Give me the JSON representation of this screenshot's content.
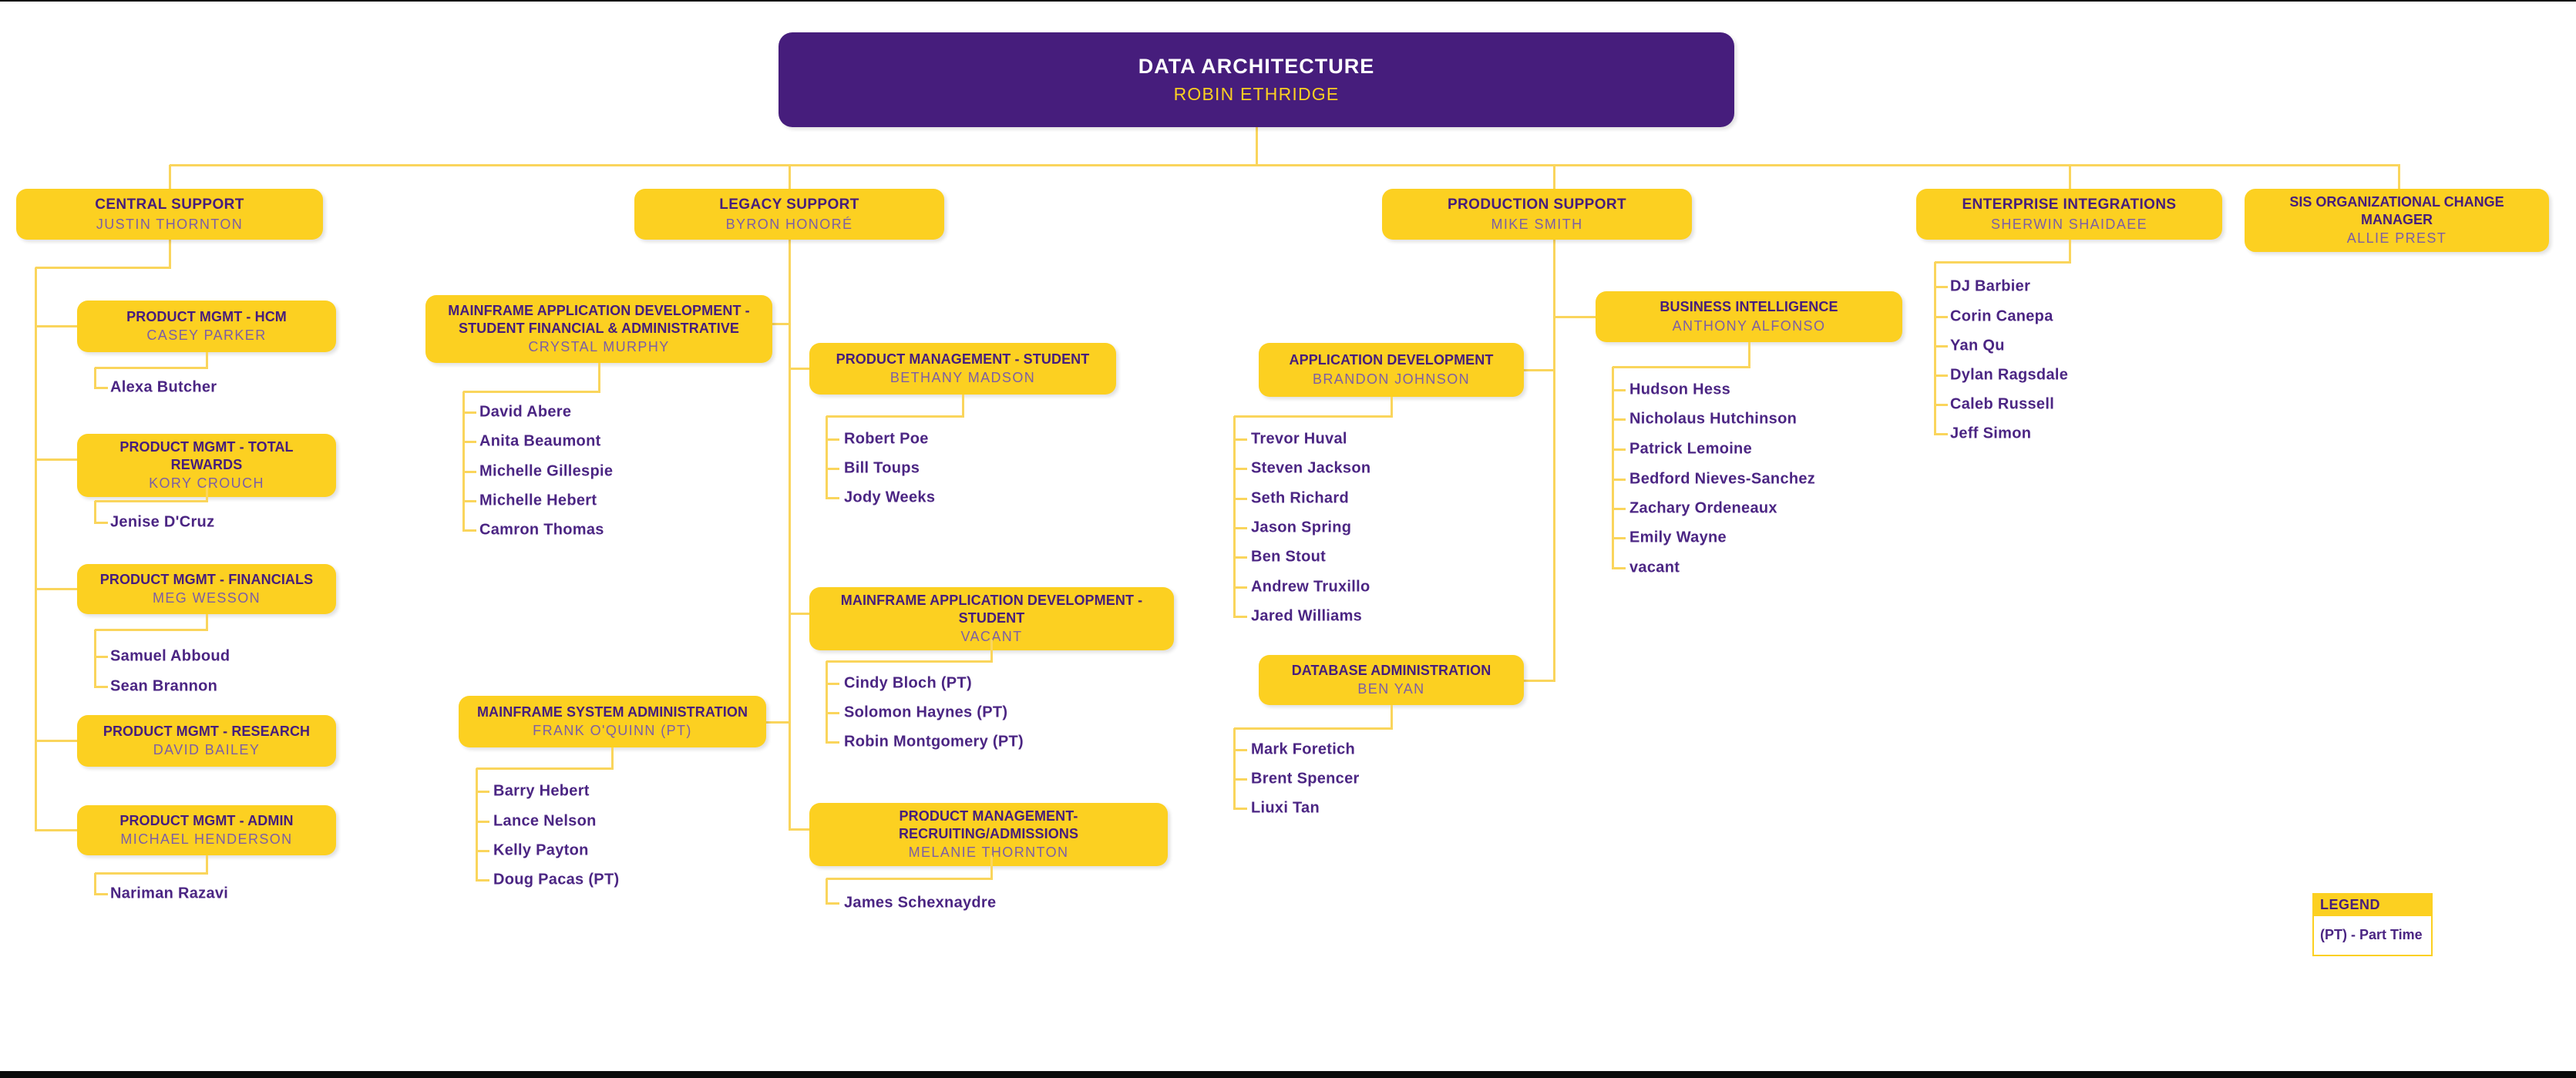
{
  "chart": {
    "root": {
      "id": "root",
      "title": "DATA ARCHITECTURE",
      "name": "ROBIN ETHRIDGE"
    },
    "branches": [
      {
        "id": "central",
        "title": "CENTRAL SUPPORT",
        "name": "JUSTIN THORNTON",
        "units": [
          {
            "id": "c1",
            "title": "PRODUCT MGMT - HCM",
            "name": "CASEY PARKER",
            "staff": [
              "Alexa Butcher"
            ]
          },
          {
            "id": "c2",
            "title": "PRODUCT MGMT - TOTAL REWARDS",
            "name": "KORY CROUCH",
            "staff": [
              "Jenise D'Cruz"
            ]
          },
          {
            "id": "c3",
            "title": "PRODUCT MGMT - FINANCIALS",
            "name": "MEG WESSON",
            "staff": [
              "Samuel Abboud",
              "Sean Brannon"
            ]
          },
          {
            "id": "c4",
            "title": "PRODUCT MGMT - RESEARCH",
            "name": "DAVID BAILEY",
            "staff": []
          },
          {
            "id": "c5",
            "title": "PRODUCT MGMT - ADMIN",
            "name": "MICHAEL HENDERSON",
            "staff": [
              "Nariman Razavi"
            ]
          }
        ]
      },
      {
        "id": "legacy",
        "title": "LEGACY SUPPORT",
        "name": "BYRON HONORÉ",
        "units": [
          {
            "id": "l1",
            "title": "MAINFRAME APPLICATION DEVELOPMENT - STUDENT FINANCIAL & ADMINISTRATIVE",
            "name": "CRYSTAL MURPHY",
            "staff": [
              "David Abere",
              "Anita Beaumont",
              "Michelle Gillespie",
              "Michelle Hebert",
              "Camron Thomas"
            ]
          },
          {
            "id": "l2",
            "title": "PRODUCT MANAGEMENT - STUDENT",
            "name": "BETHANY MADSON",
            "staff": [
              "Robert Poe",
              "Bill Toups",
              "Jody Weeks"
            ]
          },
          {
            "id": "l3",
            "title": "MAINFRAME APPLICATION DEVELOPMENT - STUDENT",
            "name": "VACANT",
            "staff": [
              "Cindy Bloch (PT)",
              "Solomon Haynes (PT)",
              "Robin Montgomery (PT)"
            ]
          },
          {
            "id": "l4",
            "title": "MAINFRAME SYSTEM ADMINISTRATION",
            "name": "FRANK O'QUINN (PT)",
            "staff": [
              "Barry Hebert",
              "Lance Nelson",
              "Kelly Payton",
              "Doug Pacas (PT)"
            ]
          },
          {
            "id": "l5",
            "title": "PRODUCT MANAGEMENT- RECRUITING/ADMISSIONS",
            "name": "MELANIE THORNTON",
            "staff": [
              "James Schexnaydre"
            ]
          }
        ]
      },
      {
        "id": "production",
        "title": "PRODUCTION SUPPORT",
        "name": "MIKE SMITH",
        "units": [
          {
            "id": "p1",
            "title": "APPLICATION DEVELOPMENT",
            "name": "BRANDON JOHNSON",
            "staff": [
              "Trevor Huval",
              "Steven Jackson",
              "Seth Richard",
              "Jason Spring",
              "Ben Stout",
              "Andrew Truxillo",
              "Jared Williams"
            ]
          },
          {
            "id": "p2",
            "title": "BUSINESS INTELLIGENCE",
            "name": "ANTHONY ALFONSO",
            "staff": [
              "Hudson Hess",
              "Nicholaus Hutchinson",
              "Patrick Lemoine",
              "Bedford Nieves-Sanchez",
              "Zachary Ordeneaux",
              "Emily Wayne",
              "vacant"
            ]
          },
          {
            "id": "p3",
            "title": "DATABASE ADMINISTRATION",
            "name": "BEN YAN",
            "staff": [
              "Mark Foretich",
              "Brent Spencer",
              "Liuxi Tan"
            ]
          }
        ]
      },
      {
        "id": "enterprise",
        "title": "ENTERPRISE INTEGRATIONS",
        "name": "SHERWIN SHAIDAEE",
        "staff": [
          "DJ Barbier",
          "Corin Canepa",
          "Yan Qu",
          "Dylan Ragsdale",
          "Caleb Russell",
          "Jeff Simon"
        ]
      },
      {
        "id": "sis",
        "title": "SIS ORGANIZATIONAL CHANGE MANAGER",
        "name": "ALLIE PREST"
      }
    ],
    "legend": {
      "title": "LEGEND",
      "entry": "(PT) - Part Time"
    },
    "colors": {
      "purple": "#461D7C",
      "gold": "#FCD021",
      "line": "#FAD55C",
      "name_text": "#7C5EA6",
      "staff_text": "#4B2583"
    }
  }
}
